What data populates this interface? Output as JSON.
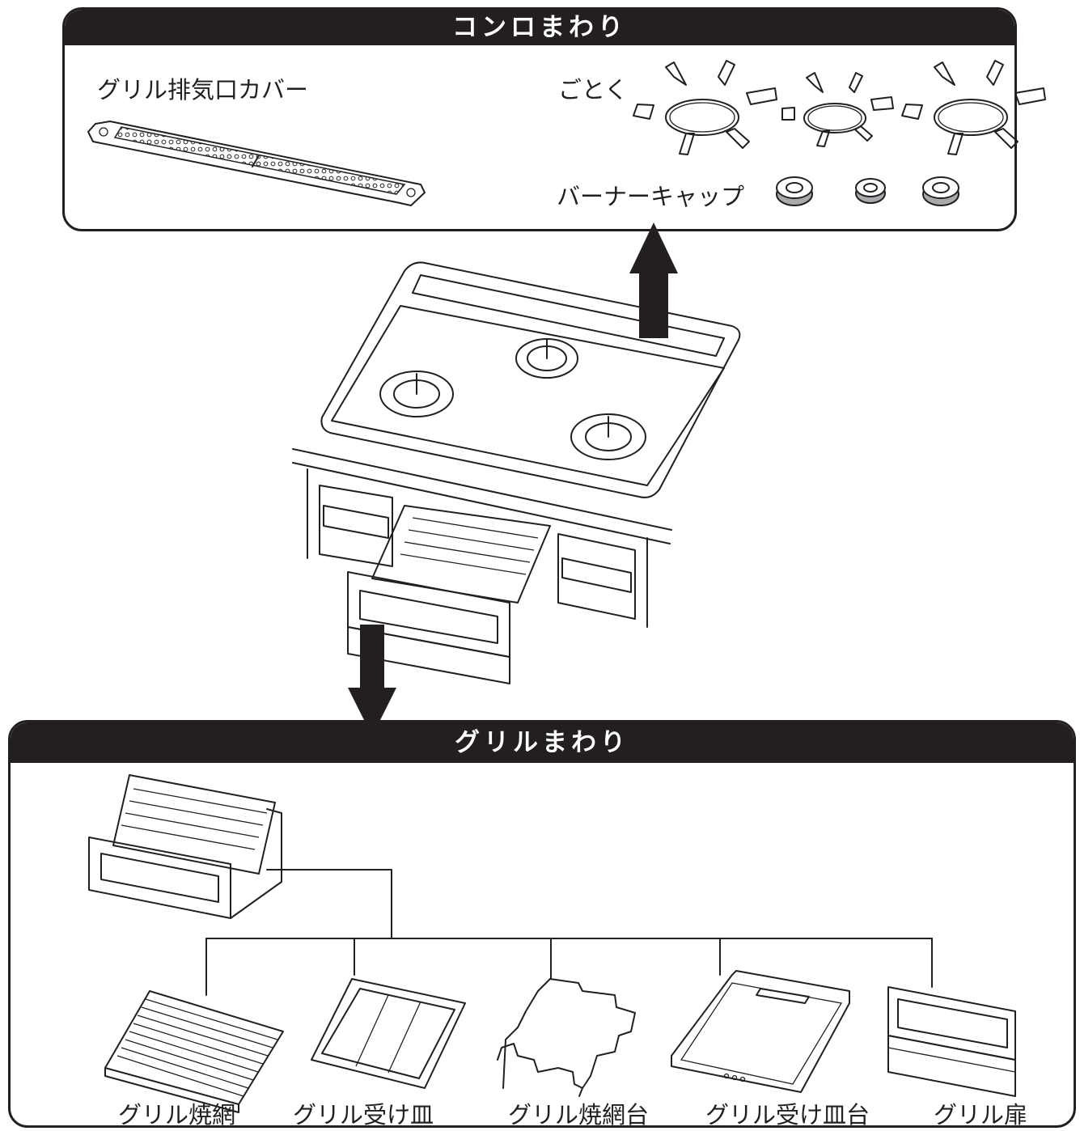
{
  "top_section": {
    "title": "コンロまわり",
    "labels": {
      "grill_exhaust_cover": "グリル排気口カバー",
      "trivet": "ごとく",
      "burner_cap": "バーナーキャップ"
    }
  },
  "bottom_section": {
    "title": "グリルまわり",
    "parts": [
      {
        "label": "グリル焼網",
        "icon": "grill-grate-icon"
      },
      {
        "label": "グリル受け皿",
        "icon": "grill-drip-pan-icon"
      },
      {
        "label": "グリル焼網台",
        "icon": "grill-grate-stand-icon"
      },
      {
        "label": "グリル受け皿台",
        "icon": "grill-drip-pan-stand-icon"
      },
      {
        "label": "グリル扉",
        "icon": "grill-door-icon"
      }
    ]
  },
  "arrows": {
    "up": "arrow-up-icon",
    "down": "arrow-down-icon"
  },
  "colors": {
    "ink": "#231f20",
    "part_gray": "#a7a9ac",
    "background": "#ffffff"
  }
}
